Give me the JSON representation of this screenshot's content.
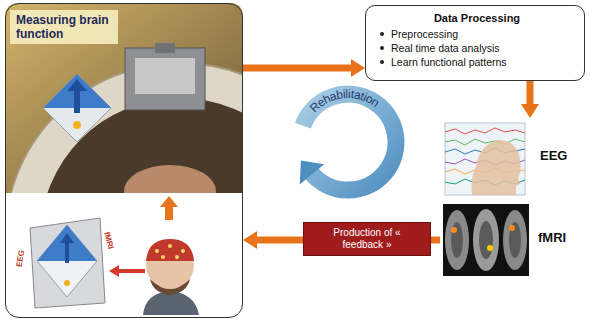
{
  "diagram": {
    "nodes": [
      {
        "text": [
          "Measuring brain function"
        ]
      },
      {
        "text": [
          "Data Processing",
          "Preprocessing",
          "Real time data analysis",
          "Learn functional patterns"
        ]
      },
      {
        "text": [
          "EEG",
          "fMRI"
        ]
      },
      {
        "text": [
          "Production of « feedback »"
        ]
      }
    ],
    "edges": [
      {
        "from": 0,
        "to": 1,
        "arrow": "to"
      },
      {
        "from": 1,
        "to": 2,
        "arrow": "to"
      },
      {
        "from": 2,
        "to": 3,
        "arrow": "none"
      },
      {
        "from": 3,
        "to": 0,
        "arrow": "to"
      }
    ],
    "labels": [
      "Rehabilitation",
      "EEG",
      "fMRI"
    ]
  }
}
